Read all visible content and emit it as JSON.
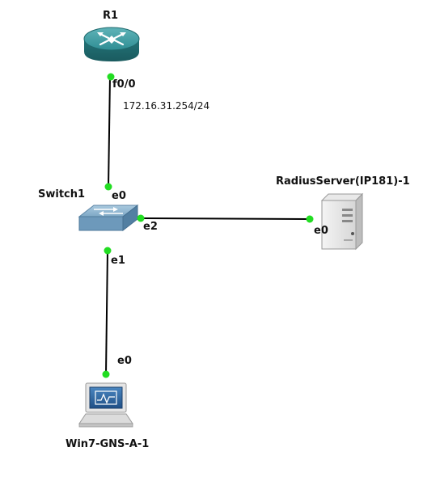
{
  "nodes": {
    "router": {
      "label": "R1",
      "icon": "router-icon"
    },
    "switch": {
      "label": "Switch1",
      "icon": "switch-icon"
    },
    "server": {
      "label": "RadiusServer(IP181)-1",
      "icon": "server-icon"
    },
    "pc": {
      "label": "Win7-GNS-A-1",
      "icon": "computer-icon"
    }
  },
  "ports": {
    "r1_f00": "f0/0",
    "sw_e0": "e0",
    "sw_e1": "e1",
    "sw_e2": "e2",
    "srv_e0": "e0",
    "pc_e0": "e0"
  },
  "annotations": {
    "r1_ip": "172.16.31.254/24"
  },
  "colors": {
    "link": "#000000",
    "port_up": "#22dd22",
    "router_body": "#2d8a8f",
    "switch_body": "#7fa9c8"
  }
}
